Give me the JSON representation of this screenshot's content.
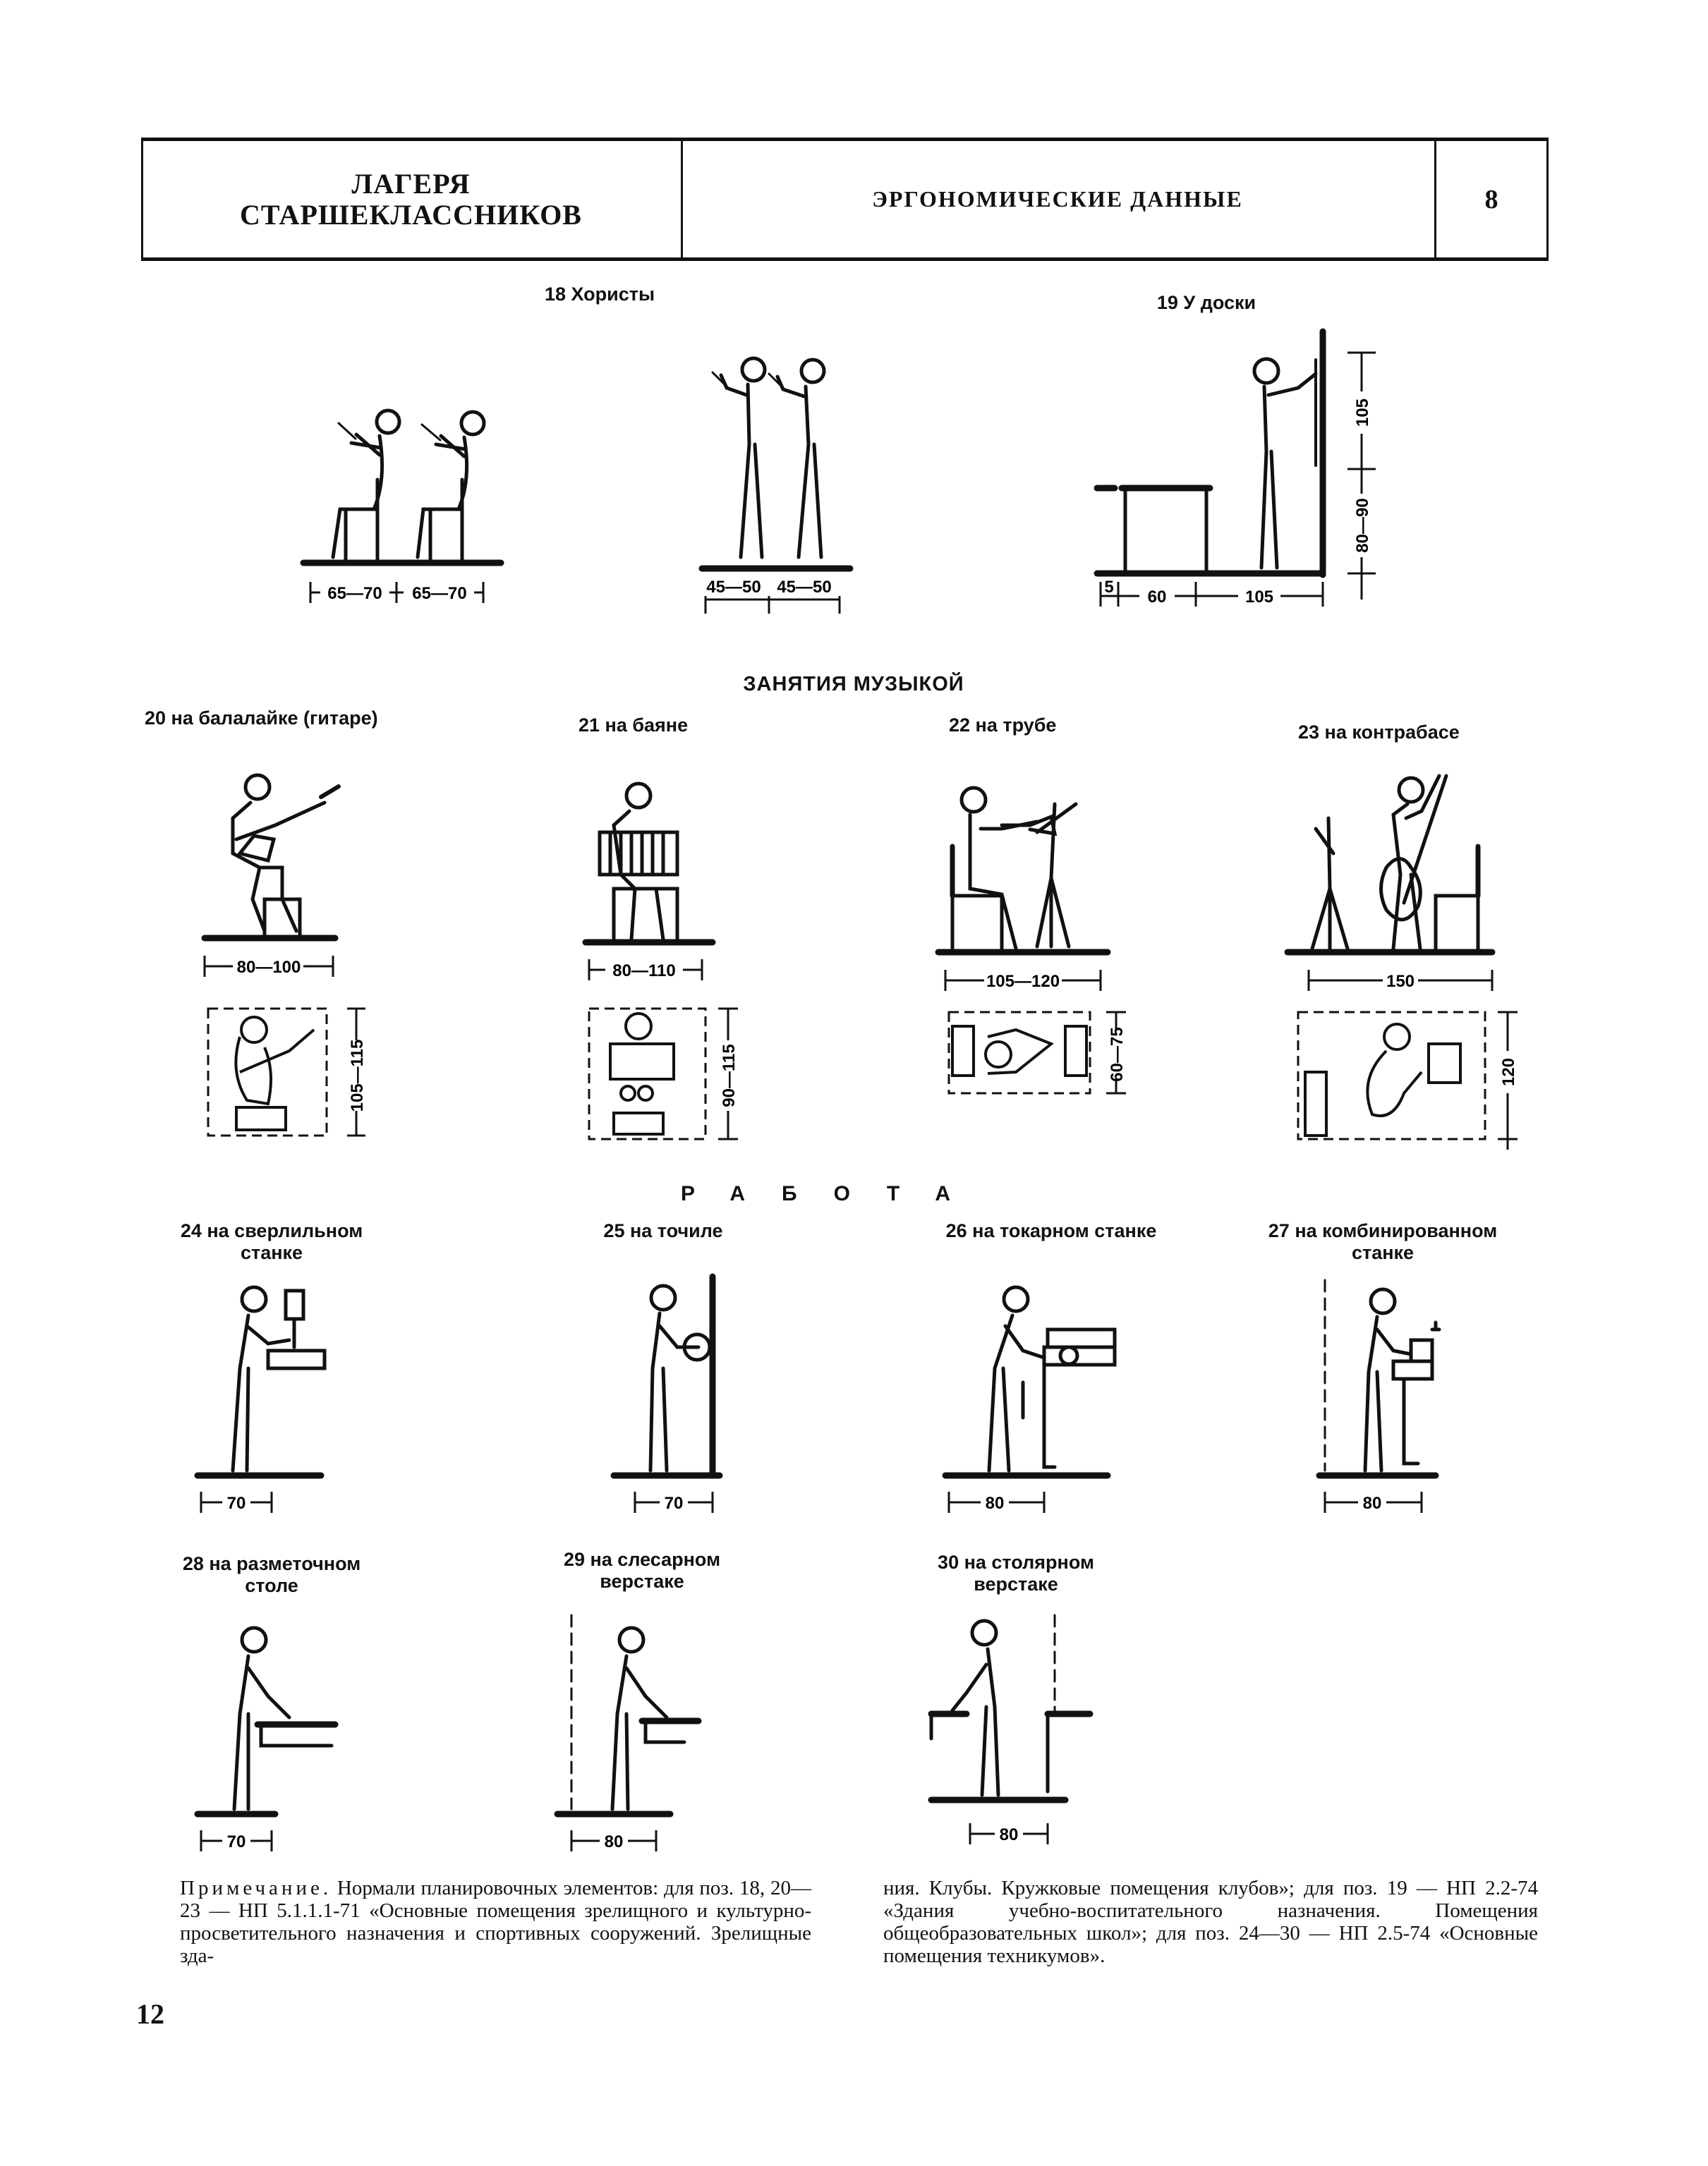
{
  "header": {
    "title_line1": "ЛАГЕРЯ",
    "title_line2": "СТАРШЕКЛАССНИКОВ",
    "section": "ЭРГОНОМИЧЕСКИЕ ДАННЫЕ",
    "sheet_number": "8"
  },
  "figures": {
    "f18": {
      "caption": "18 Хористы",
      "dims_seated": [
        "65—70",
        "65—70"
      ],
      "dims_standing": [
        "45—50",
        "45—50"
      ]
    },
    "f19": {
      "caption": "19 У доски",
      "dims_h": [
        "5",
        "60",
        "105"
      ],
      "dims_v": [
        "105",
        "80—90"
      ]
    },
    "music_heading": "ЗАНЯТИЯ МУЗЫКОЙ",
    "f20": {
      "caption": "20 на балалайке (гитаре)",
      "dim_w": "80—100",
      "dim_plan": "105—115"
    },
    "f21": {
      "caption": "21 на баяне",
      "dim_w": "80—110",
      "dim_plan": "90—115"
    },
    "f22": {
      "caption": "22 на трубе",
      "dim_w": "105—120",
      "dim_plan": "60—75"
    },
    "f23": {
      "caption": "23 на контрабасе",
      "dim_w": "150",
      "dim_plan": "120"
    },
    "work_heading": "РАБОТА",
    "f24": {
      "caption_line1": "24 на сверлильном",
      "caption_line2": "станке",
      "dim": "70"
    },
    "f25": {
      "caption": "25 на точиле",
      "dim": "70"
    },
    "f26": {
      "caption": "26 на токарном станке",
      "dim": "80"
    },
    "f27": {
      "caption_line1": "27 на комбинированном",
      "caption_line2": "станке",
      "dim": "80"
    },
    "f28": {
      "caption_line1": "28 на разметочном",
      "caption_line2": "столе",
      "dim": "70"
    },
    "f29": {
      "caption_line1": "29 на слесарном",
      "caption_line2": "верстаке",
      "dim": "80"
    },
    "f30": {
      "caption_line1": "30 на столярном",
      "caption_line2": "верстаке",
      "dim": "80"
    }
  },
  "note": {
    "label": "Примечание.",
    "left_text": "Нормали планировочных элементов: для поз. 18, 20—23 — НП 5.1.1.1-71 «Основные помещения зрелищного и культурно-просветительного назначения и спортивных сооружений. Зрелищные зда-",
    "right_text": "ния. Клубы. Кружковые помещения клубов»; для поз. 19 — НП 2.2-74 «Здания учебно-воспитательного назначения. Помещения общеобразовательных школ»; для поз. 24—30 — НП 2.5-74 «Основные помещения техникумов»."
  },
  "page_number": "12"
}
